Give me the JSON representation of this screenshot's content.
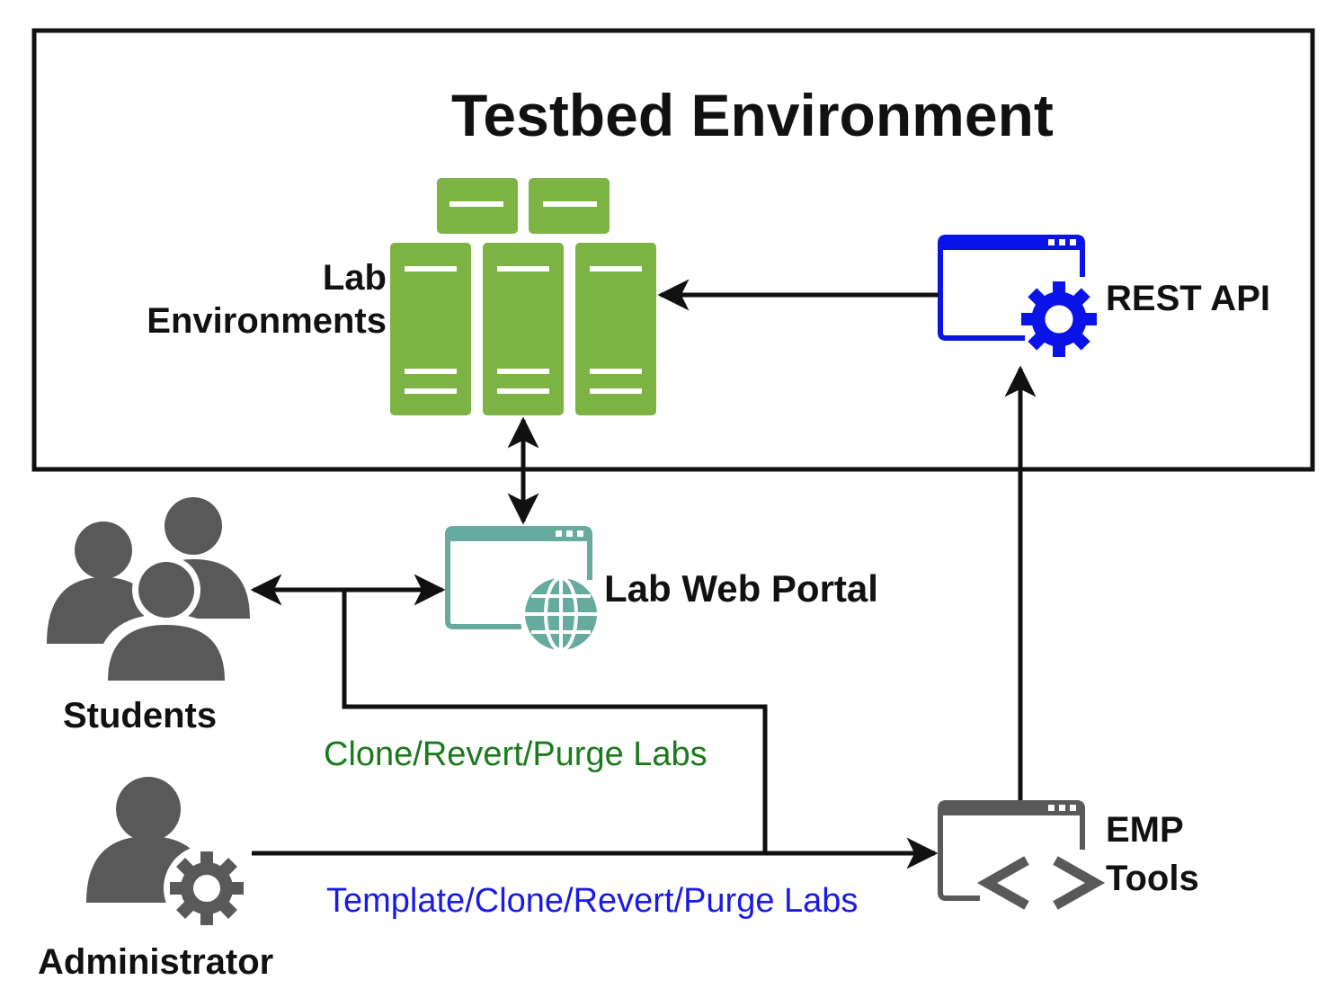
{
  "title": "Testbed Environment",
  "nodes": {
    "lab_environments": {
      "line1": "Lab",
      "line2": "Environments"
    },
    "rest_api": "REST API",
    "lab_web_portal": "Lab Web Portal",
    "students": "Students",
    "administrator": "Administrator",
    "emp_tools": {
      "line1": "EMP",
      "line2": "Tools"
    }
  },
  "edge_labels": {
    "students_to_emp": "Clone/Revert/Purge Labs",
    "admin_to_emp": "Template/Clone/Revert/Purge Labs"
  },
  "colors": {
    "servers": "#7cb342",
    "rest_api": "#0a14e8",
    "web_portal": "#67ab9f",
    "people": "#595959",
    "emp_tools": "#595959",
    "students_edge_label": "#1b7a1b",
    "admin_edge_label": "#1a1ae6",
    "lines": "#111111"
  }
}
